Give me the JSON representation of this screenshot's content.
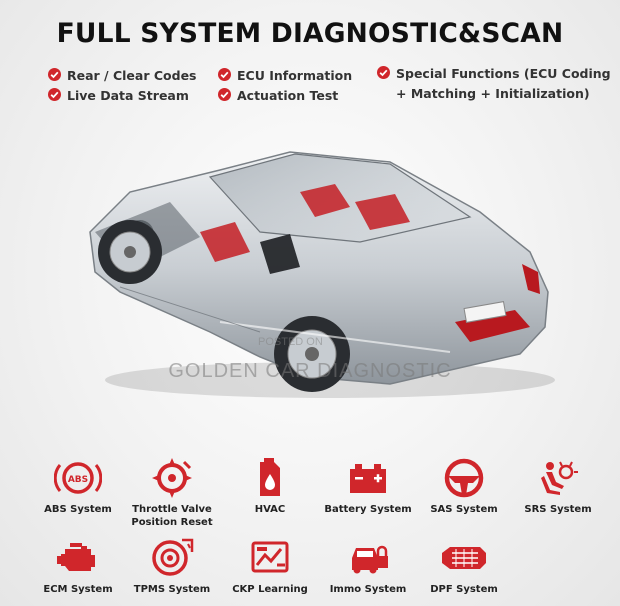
{
  "header": {
    "title": "FULL SYSTEM DIAGNOSTIC&SCAN"
  },
  "features": [
    {
      "label": "Rear / Clear Codes"
    },
    {
      "label": "Live Data Stream"
    },
    {
      "label": "ECU Information"
    },
    {
      "label": "Actuation Test"
    },
    {
      "label": "Special Functions (ECU Coding"
    },
    {
      "label": "+ Matching + Initialization)"
    }
  ],
  "watermark": {
    "text": "GOLDEN CAR DIAGNOSTIC",
    "post": "POSTED ON"
  },
  "colors": {
    "accent": "#d0262b",
    "text": "#111111"
  },
  "systems": [
    {
      "label": "ABS System",
      "icon": "abs-icon"
    },
    {
      "label": "Throttle Valve",
      "label2": "Position Reset",
      "icon": "throttle-icon"
    },
    {
      "label": "HVAC",
      "icon": "hvac-icon"
    },
    {
      "label": "Battery System",
      "icon": "battery-icon"
    },
    {
      "label": "SAS System",
      "icon": "steering-wheel-icon"
    },
    {
      "label": "SRS System",
      "icon": "airbag-icon"
    },
    {
      "label": "ECM System",
      "icon": "engine-icon"
    },
    {
      "label": "TPMS System",
      "icon": "tire-pressure-icon"
    },
    {
      "label": "CKP Learning",
      "icon": "crankshaft-icon"
    },
    {
      "label": "Immo System",
      "icon": "immobilizer-icon"
    },
    {
      "label": "DPF System",
      "icon": "dpf-icon"
    }
  ]
}
